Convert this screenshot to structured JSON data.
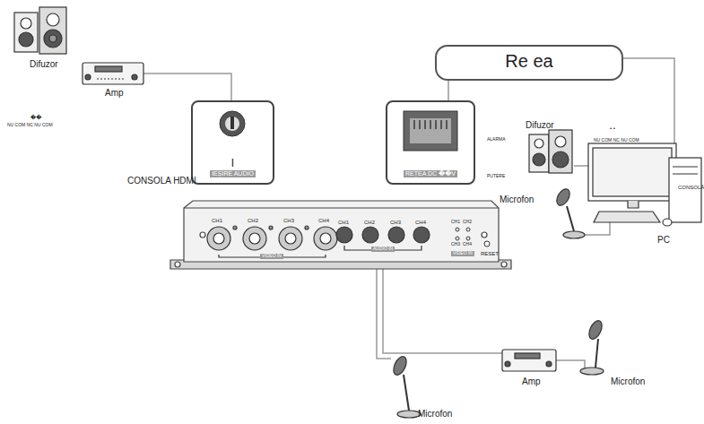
{
  "diagram": {
    "nodes": [
      {
        "text": [
          "Re ea"
        ]
      },
      {
        "text": [
          "I",
          "IEȘIRE AUDIO"
        ]
      },
      {
        "text": [
          "REȚEA DC ��V"
        ]
      }
    ],
    "edges": [
      {
        "from": 0,
        "to": 2,
        "arrow": "none"
      }
    ],
    "labels": [
      "Difuzor",
      "Amp",
      "��",
      "NU COM NC NU COM",
      "CONSOLA HDMI",
      "CH1",
      "CH2",
      "CH3",
      "CH4",
      "VIDEO IN",
      "CH1",
      "CH2",
      "CH3",
      "CH4",
      "AUDIO IN",
      "CH1",
      "CH2",
      "CH3",
      "CH4",
      "VIDEO IN",
      "RESET",
      "Difuzor",
      "• •",
      "ALARMA",
      "NU COM NC NU COM",
      "PUTERE",
      "Microfon",
      "CONSOLĂ",
      "PC",
      "Amp",
      "Microfon",
      "Microfon"
    ]
  }
}
